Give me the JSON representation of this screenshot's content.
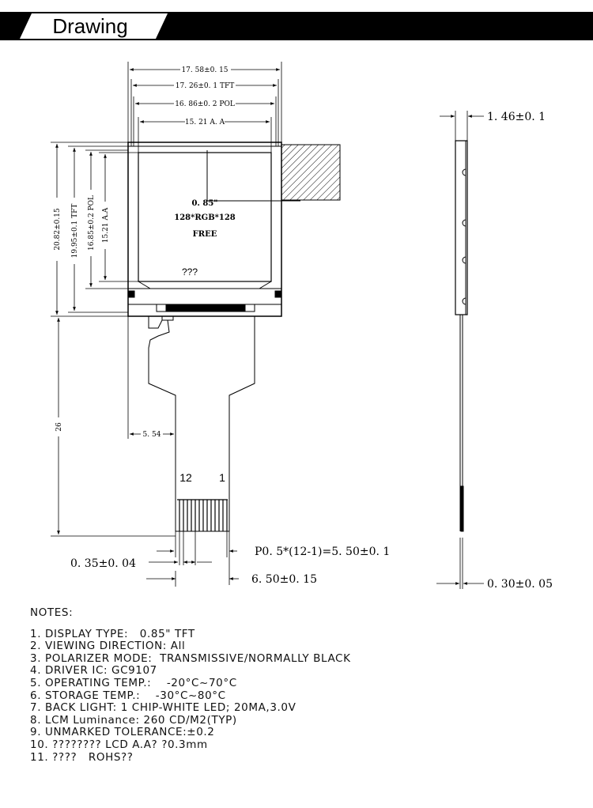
{
  "header": {
    "title": "Drawing",
    "bg_color": "#000000",
    "title_box_color": "#ffffff"
  },
  "front_view": {
    "dims_top": [
      "17. 58±0. 15",
      "17. 26±0. 1 TFT",
      "16. 86±0. 2 POL",
      "15. 21 A. A"
    ],
    "dims_left": [
      "20.82±0.15",
      "19.95±0.1 TFT",
      "16.85±0.2 POL",
      "15.21 A.A"
    ],
    "dim_fpc_length": "26",
    "dim_fpc_offset": "5. 54",
    "screen_text": [
      "0. 85\"",
      "128*RGB*128",
      "FREE"
    ],
    "screen_unknown": "???",
    "pin_12": "12",
    "pin_1": "1",
    "dim_pitch": "P0. 5*(12-1)=5. 50±0. 1",
    "dim_pin_width": "0. 35±0. 04",
    "dim_fpc_width": "6. 50±0. 15"
  },
  "side_view": {
    "dim_thickness": "1. 46±0. 1",
    "dim_fpc_thickness": "0. 30±0. 05"
  },
  "notes": {
    "title": "NOTES:",
    "items": [
      "1. DISPLAY TYPE:   0.85\" TFT",
      "2. VIEWING DIRECTION: All",
      "3. POLARIZER MODE:  TRANSMISSIVE/NORMALLY BLACK",
      "4. DRIVER IC: GC9107",
      "5. OPERATING TEMP.:    -20°C~70°C",
      "6. STORAGE TEMP.:    -30°C~80°C",
      "7. BACK LIGHT: 1 CHIP-WHITE LED; 20MA,3.0V",
      "8. LCM Luminance: 260 CD/M2(TYP)",
      "9. UNMARKED TOLERANCE:±0.2",
      "10. ???????? LCD A.A? ?0.3mm",
      "11. ????   ROHS??"
    ]
  }
}
